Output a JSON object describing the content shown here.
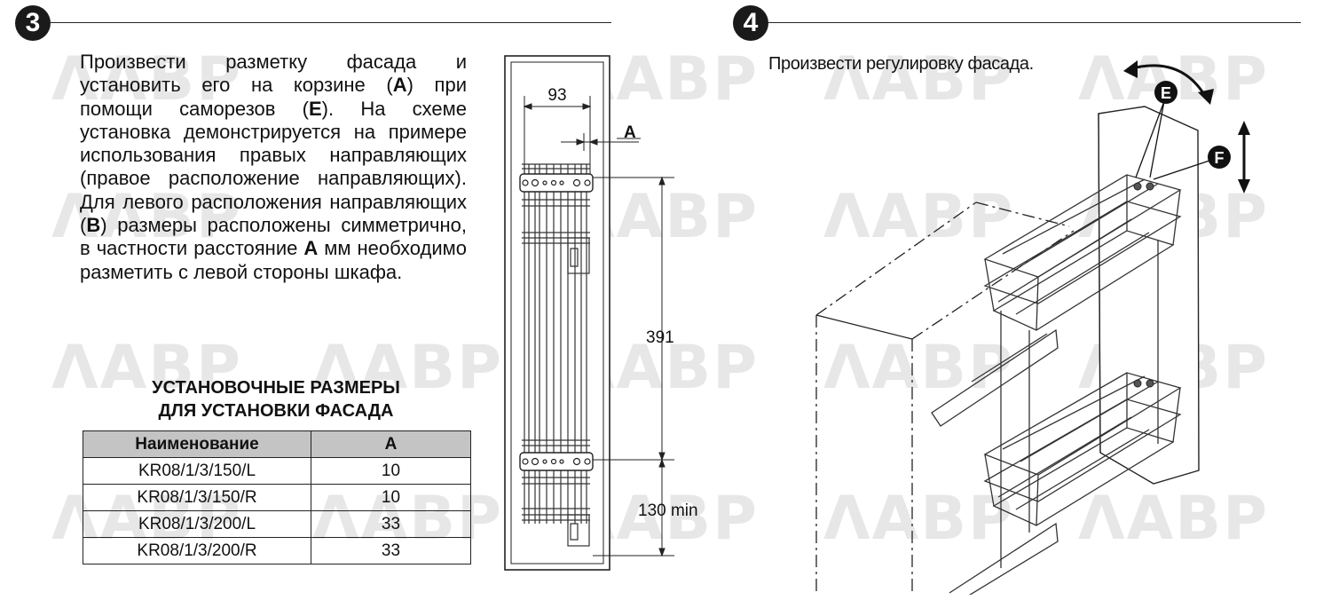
{
  "watermark": "ΛАВР",
  "step3": {
    "number": "3",
    "text_parts": [
      "Произвести разметку фасада и установить его на корзине (",
      "А",
      ") при помощи саморезов (",
      "Е",
      "). На схеме установка демонстрируется на примере использования правых направляющих (правое расположение направляющих). Для левого расположения направляющих (",
      "В",
      ") размеры расположены симметрично, в частности расстояние ",
      "А",
      " мм необходимо разметить с левой стороны шкафа."
    ],
    "table_title_line1": "УСТАНОВОЧНЫЕ РАЗМЕРЫ",
    "table_title_line2": "ДЛЯ УСТАНОВКИ ФАСАДА",
    "table": {
      "headers": [
        "Наименование",
        "А"
      ],
      "rows": [
        [
          "KR08/1/3/150/L",
          "10"
        ],
        [
          "KR08/1/3/150/R",
          "10"
        ],
        [
          "KR08/1/3/200/L",
          "33"
        ],
        [
          "KR08/1/3/200/R",
          "33"
        ]
      ]
    }
  },
  "drawing": {
    "dim_width": "93",
    "dim_offset_label": "A",
    "dim_height": "391",
    "dim_bottom": "130 min"
  },
  "step4": {
    "number": "4",
    "text": "Произвести регулировку фасада.",
    "label_e": "E",
    "label_f": "F"
  }
}
